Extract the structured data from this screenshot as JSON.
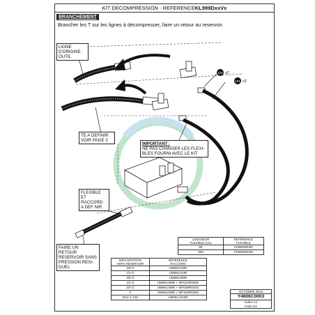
{
  "header": {
    "title_prefix": "KIT DECOMPRESSION - REFERENCE",
    "title_ref": "KL999DxxVx"
  },
  "section": {
    "badge": "BRANCHEMENT",
    "instruction": "Brancher les T sur les lignes à décompresser, faire un retour au reservoir."
  },
  "callouts": {
    "ligne": [
      "LIGNE",
      "D'ORIGINE",
      "OUTIL"
    ],
    "te": [
      "TE A DEFINIR",
      "VOIR PAGE 3"
    ],
    "important": [
      "IMPORTANT :",
      "NE PAS CHANGER LES FLEXI-",
      "BLES  FOURNI AVEC LE KIT"
    ],
    "flexible": [
      "FLEXIBLE ET",
      "RACCORD",
      "A DEF NIR"
    ],
    "retour": [
      "FAIRE UN RETOUR",
      "RESERVOIR SANS",
      "PRESSION RESI-",
      "DUEL"
    ]
  },
  "labels": {
    "part_102": "102",
    "part_101": "101",
    "qty_102": "x2",
    "qty_101": "x2"
  },
  "hose_table": {
    "headers": [
      "LONGUEUR\nFLEXIBLE (cm)",
      "REFERENCE\nFLEXIBLE"
    ],
    "rows": [
      [
        "55",
        "PAB0000030"
      ],
      [
        "300",
        "PAB0000036"
      ]
    ]
  },
  "fitting_table": {
    "headers": [
      "IMPLANTATION\nVERS RESERVOIR",
      "REFERENCE\nRACCORD"
    ],
    "rows": [
      [
        "1/8 G",
        "UM06L018R"
      ],
      [
        "1/4 G",
        "UM06L014R"
      ],
      [
        "3/8 G",
        "UM06L038R"
      ],
      [
        "1/2 G",
        "UM06L038R + MF012R038G"
      ],
      [
        "3/4 G",
        "UM06L038R + MF038R034G"
      ],
      [
        "1\"",
        "UM06L038R + MF100R038G"
      ],
      [
        "M10 X 100",
        "UM06L1010R"
      ]
    ]
  },
  "footer": {
    "date": "OCTOBRE 2014",
    "reference": "Y4806C0003",
    "index": "Indice A1",
    "folio": "Folio 2/4"
  },
  "colors": {
    "watermark_green": "#8fd0a0",
    "watermark_blue": "#9cc9e6",
    "watermark_yellow": "#f5e6a0"
  }
}
